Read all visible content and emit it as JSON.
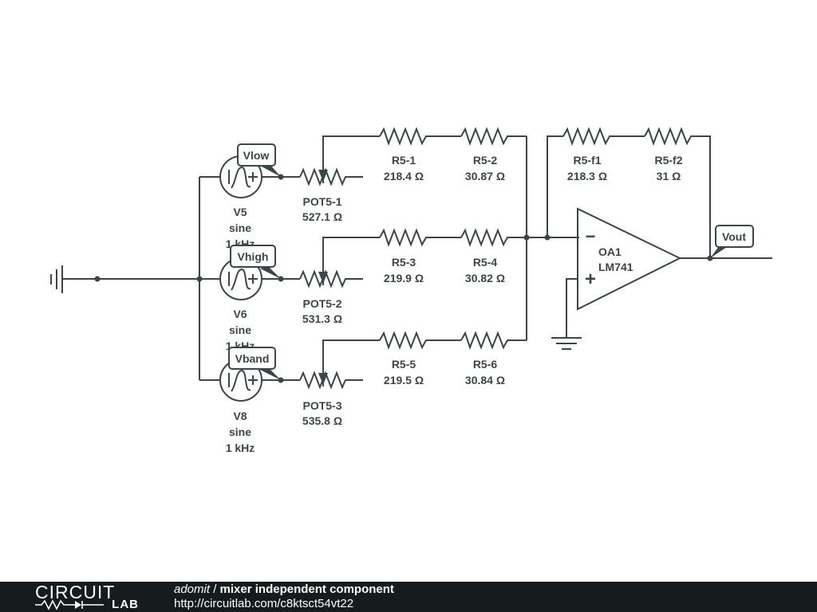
{
  "schematic": {
    "ground_left": "",
    "sources": [
      {
        "name": "V5",
        "type": "sine",
        "freq": "1 kHz"
      },
      {
        "name": "V6",
        "type": "sine",
        "freq": "1 kHz"
      },
      {
        "name": "V8",
        "type": "sine",
        "freq": "1 kHz"
      }
    ],
    "flags": {
      "vlow": "Vlow",
      "vhigh": "Vhigh",
      "vband": "Vband",
      "vout": "Vout"
    },
    "pots": [
      {
        "name": "POT5-1",
        "value": "527.1 Ω"
      },
      {
        "name": "POT5-2",
        "value": "531.3 Ω"
      },
      {
        "name": "POT5-3",
        "value": "535.8 Ω"
      }
    ],
    "resistors": [
      {
        "name": "R5-1",
        "value": "218.4 Ω"
      },
      {
        "name": "R5-2",
        "value": "30.87 Ω"
      },
      {
        "name": "R5-3",
        "value": "219.9 Ω"
      },
      {
        "name": "R5-4",
        "value": "30.82 Ω"
      },
      {
        "name": "R5-5",
        "value": "219.5 Ω"
      },
      {
        "name": "R5-6",
        "value": "30.84 Ω"
      },
      {
        "name": "R5-f1",
        "value": "218.3 Ω"
      },
      {
        "name": "R5-f2",
        "value": "31 Ω"
      }
    ],
    "opamp": {
      "name": "OA1",
      "model": "LM741",
      "minus": "−",
      "plus": "+"
    }
  },
  "footer": {
    "logo_top": "CIRCUIT",
    "logo_bottom": "LAB",
    "author": "adomit",
    "separator": " / ",
    "title": "mixer independent component",
    "url": "http://circuitlab.com/c8ktsct54vt22"
  }
}
